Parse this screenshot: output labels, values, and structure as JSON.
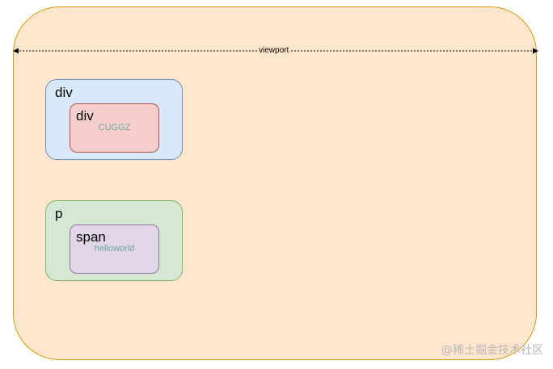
{
  "viewport": {
    "label": "viewport"
  },
  "boxes": [
    {
      "outer_label": "div",
      "inner_label": "div",
      "inner_text": "CUGGZ"
    },
    {
      "outer_label": "p",
      "inner_label": "span",
      "inner_text": "helloworld"
    }
  ],
  "watermark": "@稀土掘金技术社区",
  "colors": {
    "viewport_fill": "#ffe6cc",
    "viewport_stroke": "#d79b00",
    "div_fill": "#dae8fc",
    "div_stroke": "#6c8ebf",
    "inner_div_fill": "#f8cecc",
    "inner_div_stroke": "#b85450",
    "p_fill": "#d5e8d4",
    "p_stroke": "#82b366",
    "span_fill": "#e1d5e7",
    "span_stroke": "#9673a6",
    "inner_text": "#67ab9f"
  }
}
